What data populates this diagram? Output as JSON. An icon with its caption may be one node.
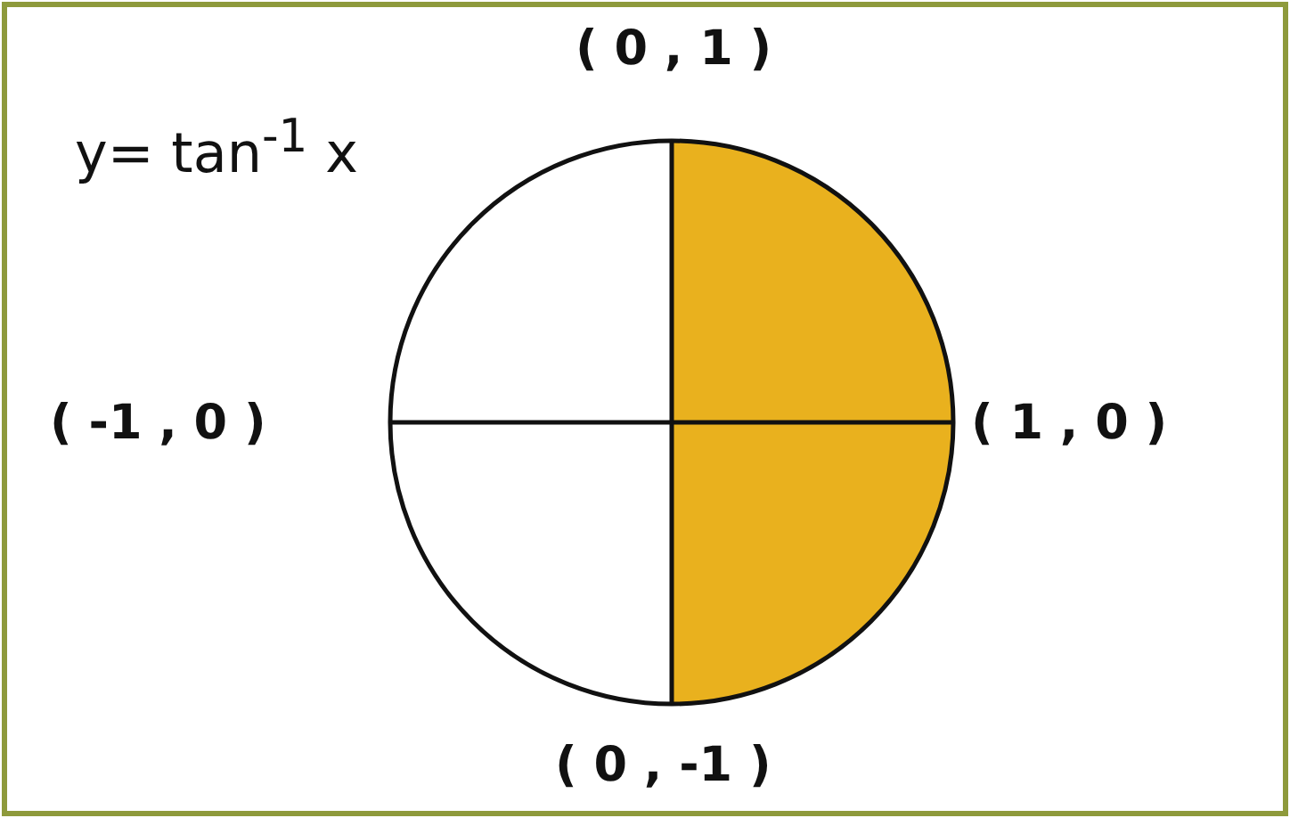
{
  "diagram": {
    "labels": [
      "y= tan$^{-1}$ x",
      "( 0 , 1 )",
      "( -1 , 0 )",
      "( 1 , 0 )",
      "( 0 , -1 )"
    ]
  }
}
